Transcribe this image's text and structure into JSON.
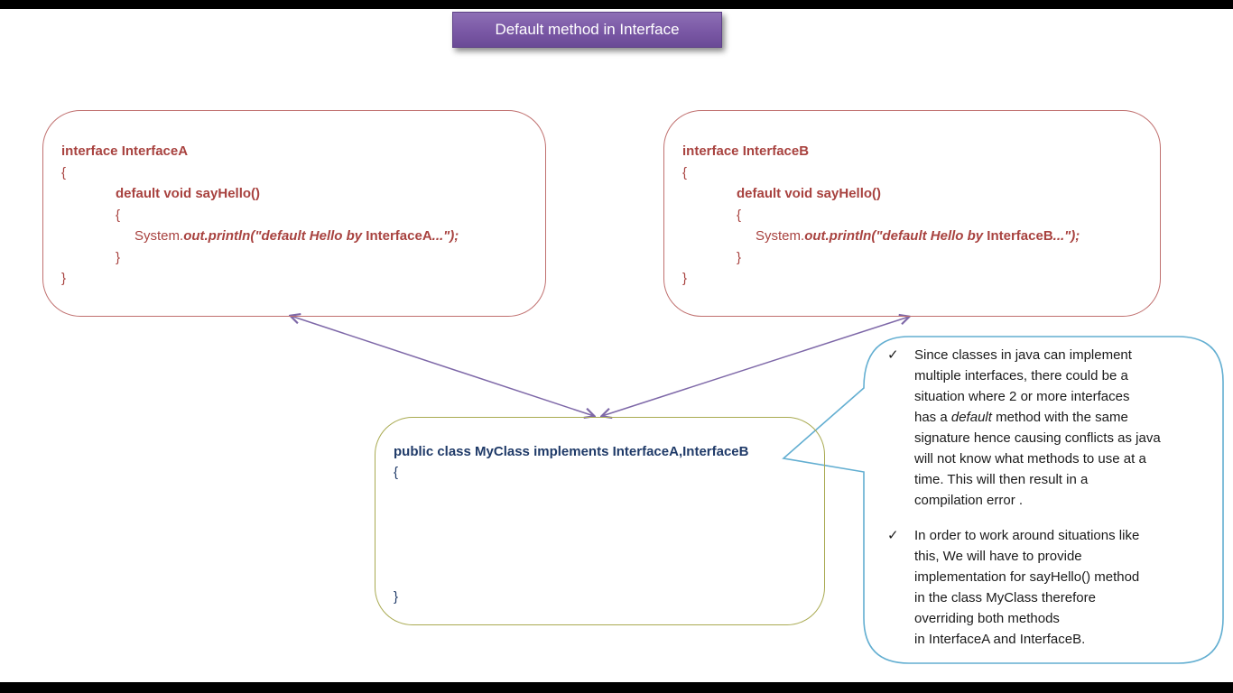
{
  "colors": {
    "banner_bg": "#7a58a5",
    "banner_text": "#ffffff",
    "interface_box_border": "#c0706f",
    "interface_code_text": "#a8423f",
    "class_box_border": "#a9aa51",
    "class_code_text": "#1f3a68",
    "callout_border": "#62aed1",
    "callout_text": "#1a1a1a",
    "arrow": "#7e68a8",
    "letterbox_bar": "#000000"
  },
  "banner": {
    "title": "Default method in Interface"
  },
  "interface_a": {
    "line1": "interface InterfaceA",
    "line2": "{",
    "line3": "default void sayHello()",
    "line4": "{",
    "println": {
      "seg1": "System.",
      "seg2": "out.println(\"default Hello by ",
      "seg3": "InterfaceA",
      "seg4": "...\");"
    },
    "line6": "}",
    "line7": "}"
  },
  "interface_b": {
    "line1": "interface InterfaceB",
    "line2": "{",
    "line3": "default void sayHello()",
    "line4": "{",
    "println": {
      "seg1": "System.",
      "seg2": "out.println(\"default Hello by ",
      "seg3": "InterfaceB",
      "seg4": "...\");"
    },
    "line6": "}",
    "line7": "}"
  },
  "my_class": {
    "line1": "public class MyClass implements InterfaceA,InterfaceB",
    "line2": "{",
    "line3": "}"
  },
  "bubble": {
    "bullet1": {
      "marker": "✓",
      "l1": "Since classes in java can implement",
      "l2": "multiple interfaces, there could be a",
      "l3": "situation where 2 or more interfaces",
      "l4_pre": "has a ",
      "l4_italic": "default",
      "l4_post": " method with the same",
      "l5": "signature hence causing conflicts as java",
      "l6": "will not know what methods to use at a",
      "l7": "time. This will then result in a",
      "l8": "compilation error ."
    },
    "bullet2": {
      "marker": "✓",
      "l1": "In order to work around situations like",
      "l2": "this, We will have to provide",
      "l3": "implementation for sayHello() method",
      "l4": "in the class MyClass therefore",
      "l5": "overriding both methods",
      "l6": "in InterfaceA and InterfaceB."
    }
  }
}
